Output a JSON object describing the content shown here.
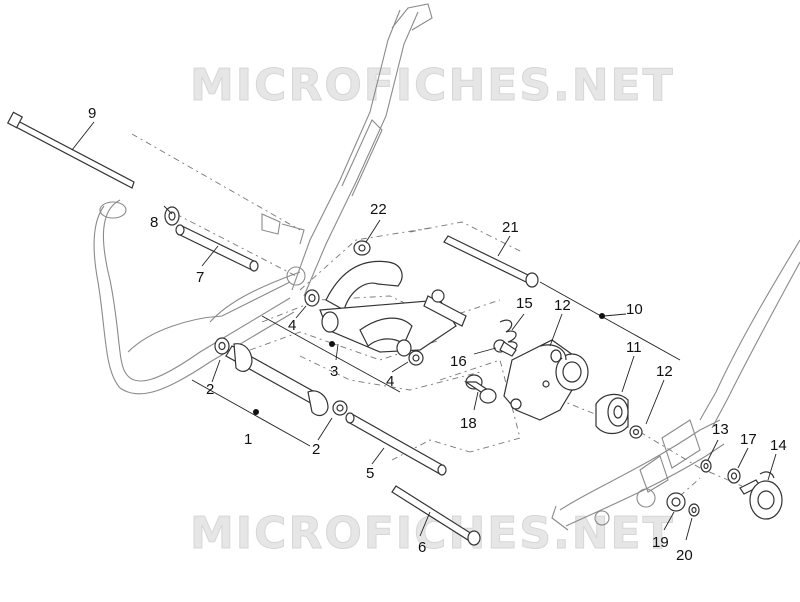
{
  "watermark": {
    "top": "MICROFICHES.NET",
    "bottom": "MICROFICHES.NET"
  },
  "labels": [
    {
      "id": "1",
      "text": "1"
    },
    {
      "id": "2a",
      "text": "2"
    },
    {
      "id": "2b",
      "text": "2"
    },
    {
      "id": "3",
      "text": "3"
    },
    {
      "id": "4a",
      "text": "4"
    },
    {
      "id": "4b",
      "text": "4"
    },
    {
      "id": "5",
      "text": "5"
    },
    {
      "id": "6",
      "text": "6"
    },
    {
      "id": "7",
      "text": "7"
    },
    {
      "id": "8",
      "text": "8"
    },
    {
      "id": "9",
      "text": "9"
    },
    {
      "id": "10",
      "text": "10"
    },
    {
      "id": "11",
      "text": "11"
    },
    {
      "id": "12a",
      "text": "12"
    },
    {
      "id": "12b",
      "text": "12"
    },
    {
      "id": "13",
      "text": "13"
    },
    {
      "id": "14",
      "text": "14"
    },
    {
      "id": "15",
      "text": "15"
    },
    {
      "id": "16",
      "text": "16"
    },
    {
      "id": "17",
      "text": "17"
    },
    {
      "id": "18",
      "text": "18"
    },
    {
      "id": "19",
      "text": "19"
    },
    {
      "id": "20",
      "text": "20"
    },
    {
      "id": "21",
      "text": "21"
    },
    {
      "id": "22",
      "text": "22"
    }
  ]
}
